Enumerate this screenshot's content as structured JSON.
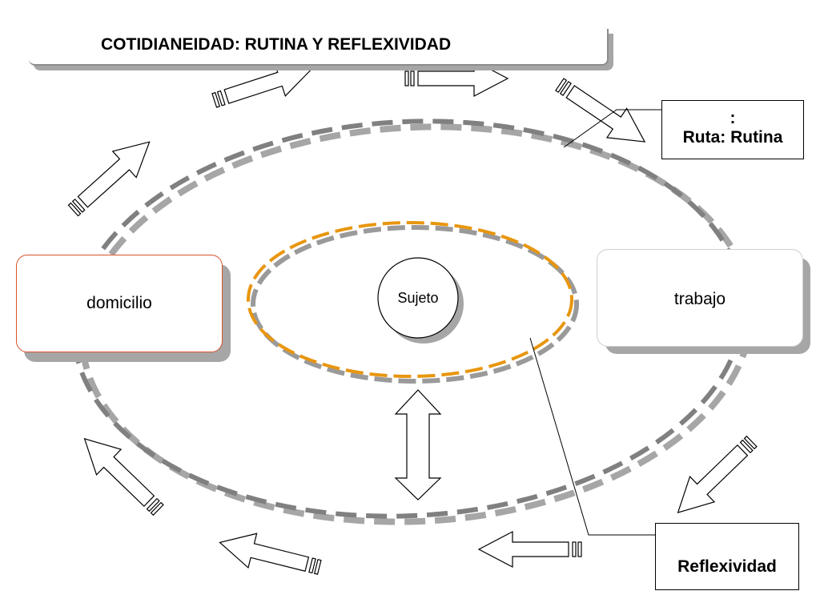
{
  "title": "COTIDIANEIDAD: RUTINA Y REFLEXIVIDAD",
  "nodes": {
    "domicilio": "domicilio",
    "trabajo": "trabajo",
    "sujeto": "Sujeto"
  },
  "callouts": {
    "ruta_line1": ":",
    "ruta_line2": "Ruta: Rutina",
    "reflexividad": "Reflexividad"
  },
  "colors": {
    "outer_ellipse": "#808080",
    "inner_ellipse": "#e8960f",
    "domicilio_border": "#d9542b",
    "shadow": "#a6a6a6"
  },
  "icons": {
    "flow_arrows": "hollow-block-arrow-icon",
    "double_arrow": "double-headed-arrow-icon"
  }
}
